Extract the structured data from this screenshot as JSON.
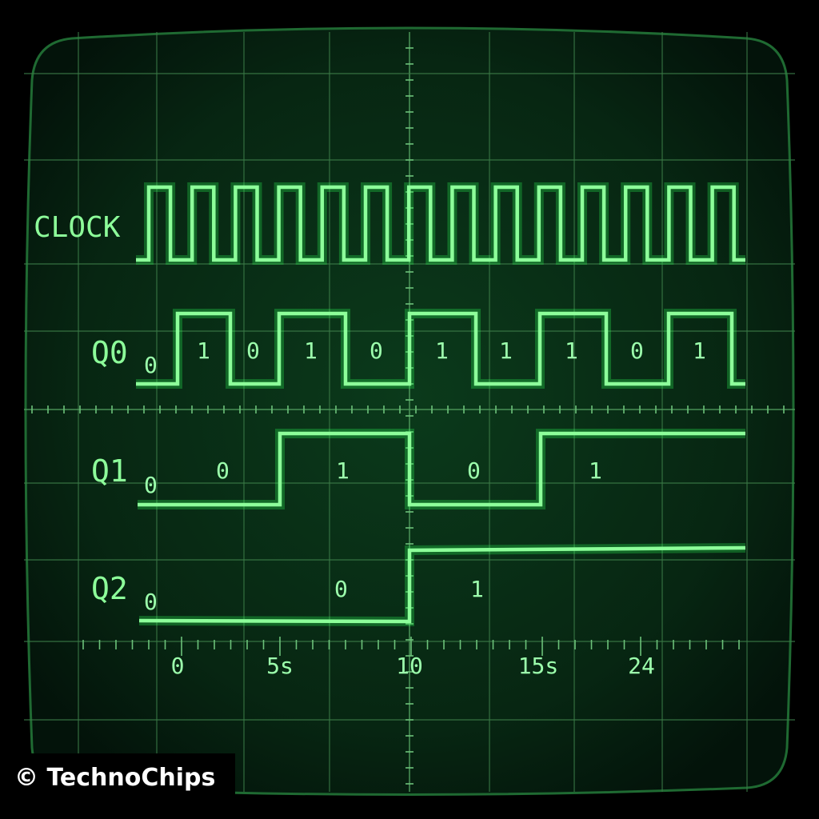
{
  "signals": [
    {
      "name": "CLOCK"
    },
    {
      "name": "Q0",
      "initial": "0",
      "bits": [
        "1",
        "0",
        "1",
        "0",
        "1",
        "1",
        "1",
        "0",
        "1"
      ]
    },
    {
      "name": "Q1",
      "initial": "0",
      "bits": [
        "0",
        "1",
        "0",
        "1"
      ]
    },
    {
      "name": "Q2",
      "initial": "0",
      "bits": [
        "0",
        "1"
      ]
    }
  ],
  "time_axis": [
    "0",
    "5s",
    "10",
    "15s",
    "24"
  ],
  "watermark": "© TechnoChips",
  "colors": {
    "trace": "#8dff9a",
    "screen": "#072612",
    "bezel": "#000000"
  }
}
